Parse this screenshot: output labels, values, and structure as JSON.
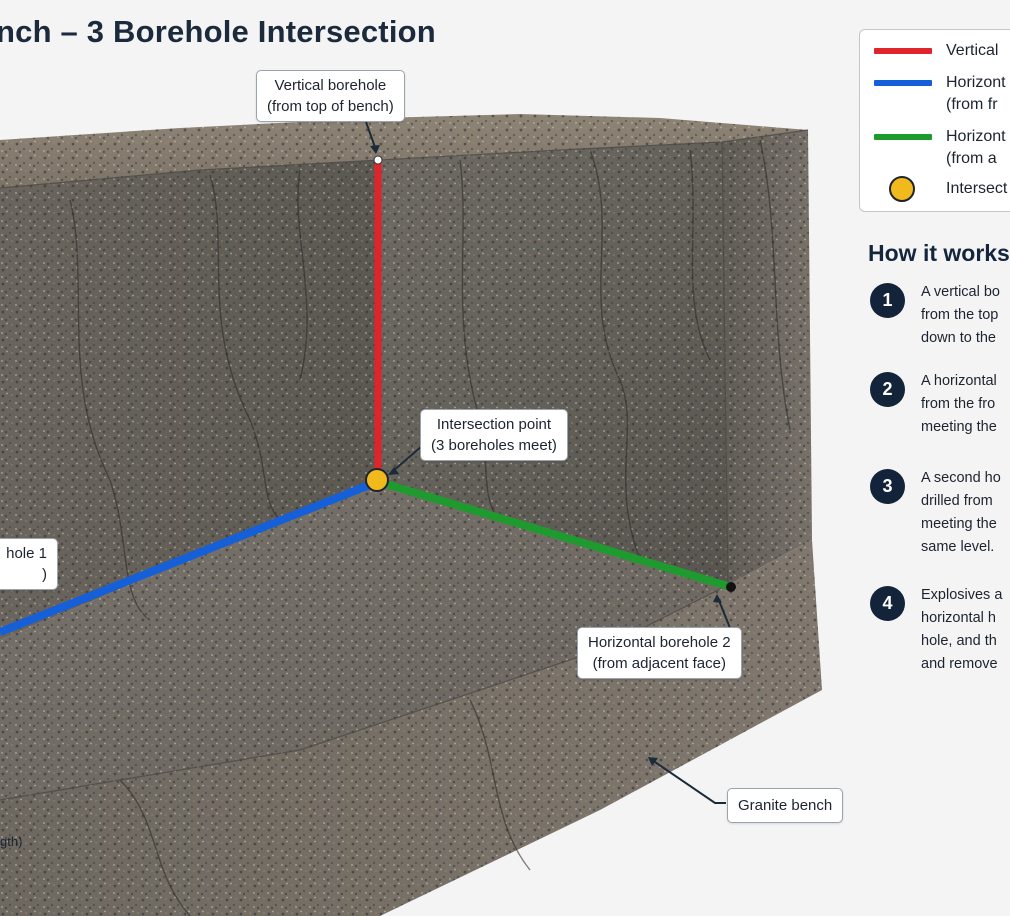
{
  "title": "nch – 3 Borehole Intersection",
  "colors": {
    "vertical": "#e0242c",
    "horizontal1": "#1560d8",
    "horizontal2": "#1f9a2e",
    "intersection": "#f2b91c",
    "callout_border": "#9aa4ae",
    "step_badge": "#13243a"
  },
  "callouts": {
    "vertical": [
      "Vertical borehole",
      "(from top of bench)"
    ],
    "intersection": [
      "Intersection point",
      "(3 boreholes meet)"
    ],
    "horizontal1": [
      "hole 1",
      ")"
    ],
    "horizontal2": [
      "Horizontal borehole 2",
      "(from adjacent face)"
    ],
    "bench": "Granite bench",
    "length_note": "gth)"
  },
  "legend": [
    {
      "swatch": "vertical",
      "lines": [
        "Vertical"
      ]
    },
    {
      "swatch": "horizontal1",
      "lines": [
        "Horizont",
        "(from fr"
      ]
    },
    {
      "swatch": "horizontal2",
      "lines": [
        "Horizont",
        "(from a"
      ]
    },
    {
      "swatch": "intersection",
      "lines": [
        "Intersect"
      ]
    }
  ],
  "how_it_works": {
    "title": "How it works",
    "steps": [
      {
        "num": "1",
        "lines": [
          "A vertical bo",
          "from the top",
          "down to the"
        ]
      },
      {
        "num": "2",
        "lines": [
          "A horizontal",
          "from the fro",
          "meeting the"
        ]
      },
      {
        "num": "3",
        "lines": [
          "A second ho",
          "drilled from",
          "meeting the",
          "same level."
        ]
      },
      {
        "num": "4",
        "lines": [
          "Explosives a",
          "horizontal h",
          "hole, and th",
          "and remove"
        ]
      }
    ]
  }
}
